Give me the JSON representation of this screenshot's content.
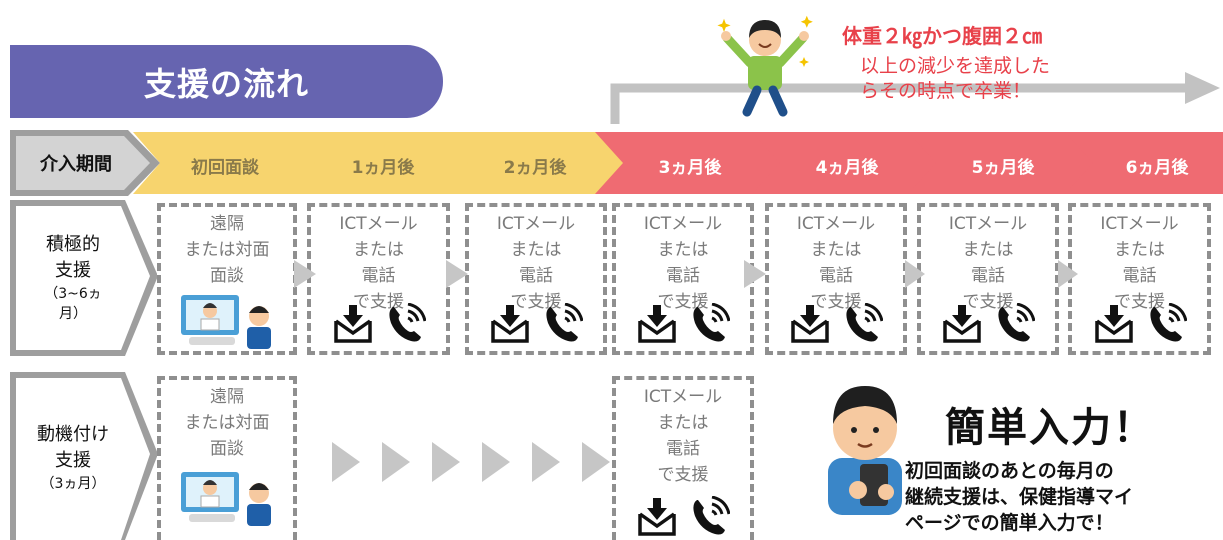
{
  "title": "支援の流れ",
  "goal": {
    "highlight": "体重２㎏かつ腹囲２㎝",
    "line1": "以上の減少を達成した",
    "line2": "らその時点で卒業！"
  },
  "header": {
    "period_label": "介入期間",
    "steps": [
      "初回面談",
      "1ヵ月後",
      "2ヵ月後",
      "3ヵ月後",
      "4ヵ月後",
      "5ヵ月後",
      "6ヵ月後"
    ]
  },
  "rows": {
    "active": {
      "line1": "積極的",
      "line2": "支援",
      "line3": "（3~6ヵ",
      "line4": "月）"
    },
    "motivation": {
      "line1": "動機付け",
      "line2": "支援",
      "line3": "（3ヵ月）"
    }
  },
  "boxes": {
    "initial": {
      "line1": "遠隔",
      "line2": "または対面",
      "line3": "面談"
    },
    "ict": {
      "line1": "ICTメール",
      "line2": "または",
      "line3": "電話",
      "line4": "で支援"
    }
  },
  "easy": {
    "title": "簡単入力！",
    "line1": "初回面談のあとの毎月の",
    "line2": "継続支援は、保健指導マイ",
    "line3": "ページでの簡単入力で！"
  },
  "colors": {
    "title_bg": "#6664b0",
    "yellow_step": "#f7d46e",
    "red_step": "#ef6b72",
    "label_gray": "#9e9e9e",
    "goal_red": "#e8414a"
  },
  "icons": [
    "mail-download-icon",
    "phone-icon",
    "video-call-illustration",
    "jumping-person-illustration",
    "smartphone-person-illustration"
  ]
}
